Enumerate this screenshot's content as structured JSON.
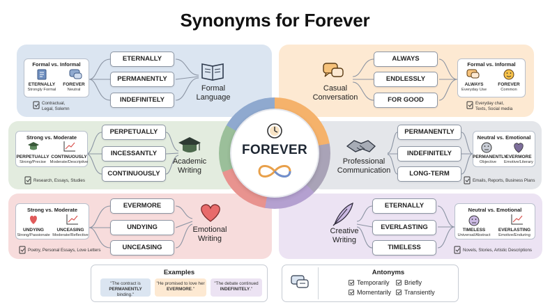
{
  "title": "Synonyms for Forever",
  "center": {
    "word": "FOREVER"
  },
  "formal": {
    "label": "Formal\nLanguage",
    "words": [
      "ETERNALLY",
      "PERMANENTLY",
      "INDEFINITELY"
    ],
    "card": {
      "heading": "Formal vs. Informal",
      "left_word": "ETERNALLY",
      "left_sub": "Strongly Formal",
      "right_word": "FOREVER",
      "right_sub": "Neutral",
      "use": "Contractual,\nLegal, Solemn"
    }
  },
  "academic": {
    "label": "Academic\nWriting",
    "words": [
      "PERPETUALLY",
      "INCESSANTLY",
      "CONTINUOUSLY"
    ],
    "card": {
      "heading": "Strong vs. Moderate",
      "left_word": "PERPETUALLY",
      "left_sub": "Strong/Precise",
      "right_word": "CONTINUOUSLY",
      "right_sub": "Moderate/Descriptive",
      "use": "Research, Essays, Studies"
    }
  },
  "emotional": {
    "label": "Emotional\nWriting",
    "words": [
      "EVERMORE",
      "UNDYING",
      "UNCEASING"
    ],
    "card": {
      "heading": "Strong vs. Moderate",
      "left_word": "UNDYING",
      "left_sub": "Strong/Passionate",
      "right_word": "UNCEASING",
      "right_sub": "Moderate/Reflective",
      "use": "Poetry, Personal Essays, Love Letters"
    }
  },
  "casual": {
    "label": "Casual\nConversation",
    "words": [
      "ALWAYS",
      "ENDLESSLY",
      "FOR GOOD"
    ],
    "card": {
      "heading": "Formal vs. Informal",
      "left_word": "ALWAYS",
      "left_sub": "Everyday Use",
      "right_word": "FOREVER",
      "right_sub": "Common",
      "use": "Everyday chat,\nTexts, Social media"
    }
  },
  "professional": {
    "label": "Professional\nCommunication",
    "words": [
      "PERMANENTLY",
      "INDEFINITELY",
      "LONG-TERM"
    ],
    "card": {
      "heading": "Neutral vs. Emotional",
      "left_word": "PERMANENTLY",
      "left_sub": "Objective",
      "right_word": "EVERMORE",
      "right_sub": "Emotive/Literary",
      "use": "Emails, Reports, Business Plans"
    }
  },
  "creative": {
    "label": "Creative\nWriting",
    "words": [
      "ETERNALLY",
      "EVERLASTING",
      "TIMELESS"
    ],
    "card": {
      "heading": "Neutral vs. Emotional",
      "left_word": "TIMELESS",
      "left_sub": "Universal/Abstract",
      "right_word": "EVERLASTING",
      "right_sub": "Emotive/Enduring",
      "use": "Novels, Stories, Artistic Descriptions"
    }
  },
  "examples": {
    "title": "Examples",
    "items": [
      {
        "pre": "\"The contract is",
        "bold": "PERMANENTLY",
        "post": " binding.\""
      },
      {
        "pre": "\"He promised to love her",
        "bold": "EVERMORE",
        "post": ".\""
      },
      {
        "pre": "\"The debate continued",
        "bold": "INDEFINITELY",
        "post": ".\""
      }
    ]
  },
  "antonyms": {
    "title": "Antonyms",
    "items": [
      "Temporarily",
      "Briefly",
      "Momentarily",
      "Transiently"
    ]
  },
  "colors": {
    "formal_bg": "#dbe5f1",
    "academic_bg": "#e3ecdf",
    "emotional_bg": "#f7dcdc",
    "casual_bg": "#fde9d2",
    "professional_bg": "#e4e6ea",
    "creative_bg": "#ece3f3"
  }
}
